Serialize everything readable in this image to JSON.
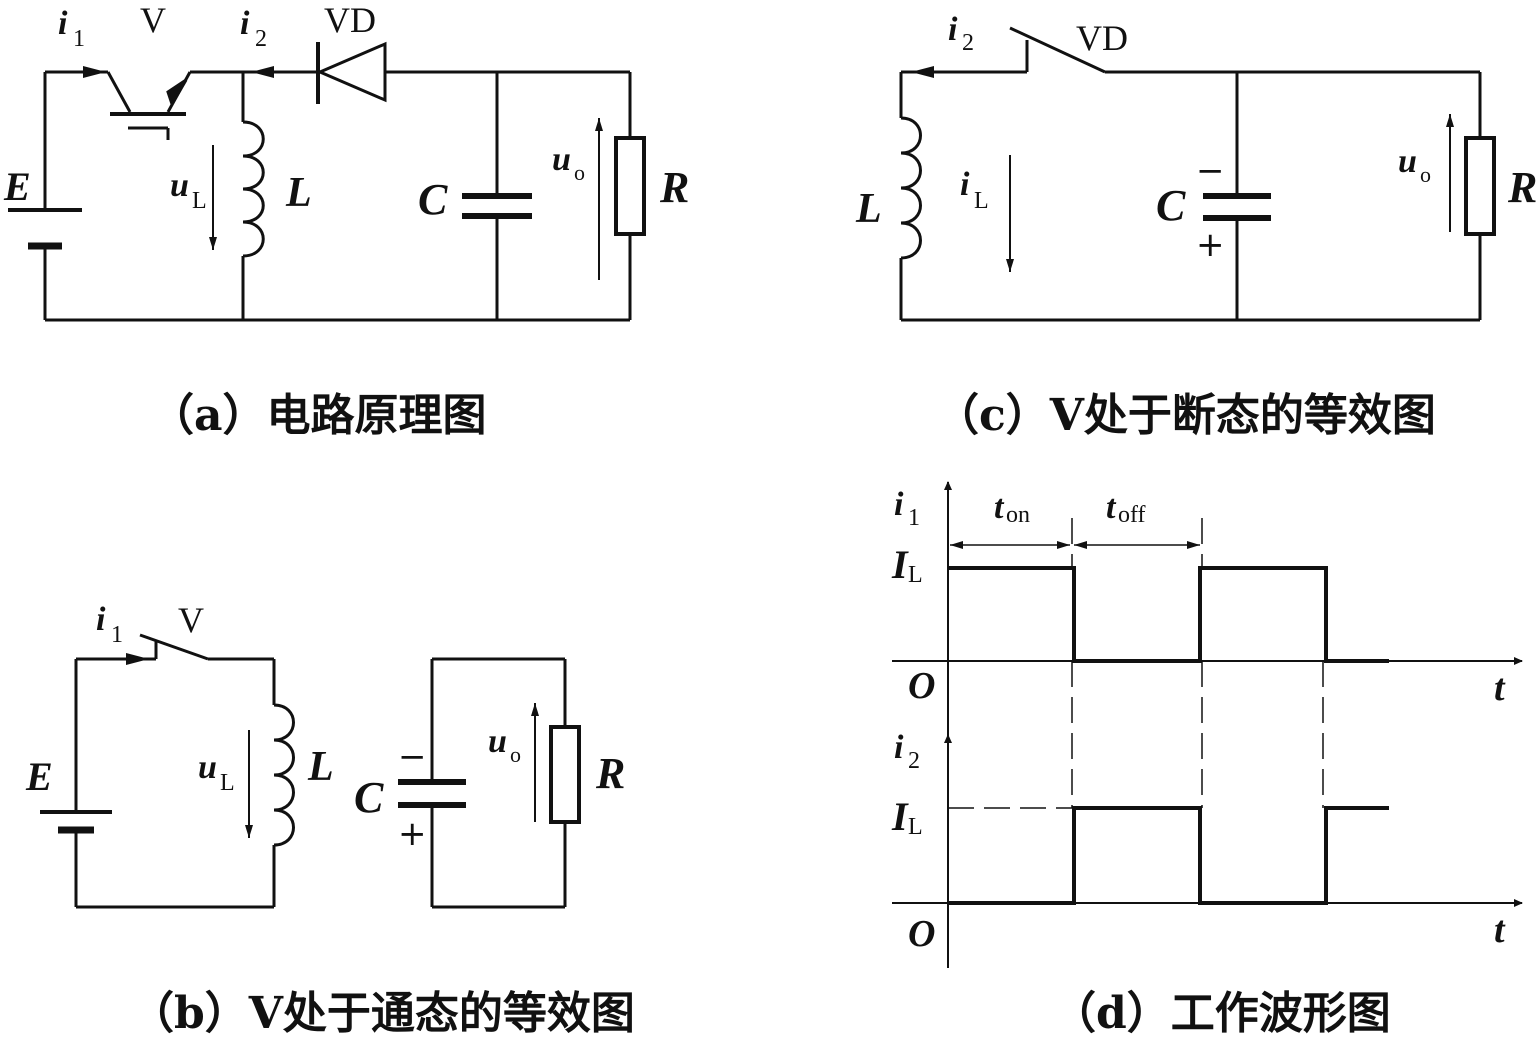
{
  "panel_a": {
    "caption": "（a）电路原理图",
    "E": "E",
    "V": "V",
    "VD": "VD",
    "i1": "i",
    "i1_sub": "1",
    "i2": "i",
    "i2_sub": "2",
    "uL": "u",
    "uL_sub": "L",
    "L": "L",
    "C": "C",
    "uo": "u",
    "uo_sub": "o",
    "R": "R"
  },
  "panel_b": {
    "caption": "（b）V处于通态的等效图",
    "E": "E",
    "V": "V",
    "i1": "i",
    "i1_sub": "1",
    "uL": "u",
    "uL_sub": "L",
    "L": "L",
    "C": "C",
    "uo": "u",
    "uo_sub": "o",
    "R": "R",
    "minus": "−",
    "plus": "+"
  },
  "panel_c": {
    "caption": "（c）V处于断态的等效图",
    "VD": "VD",
    "i2": "i",
    "i2_sub": "2",
    "L": "L",
    "iL": "i",
    "iL_sub": "L",
    "C": "C",
    "uo": "u",
    "uo_sub": "o",
    "R": "R",
    "minus": "−",
    "plus": "+"
  },
  "panel_d": {
    "caption": "（d）工作波形图",
    "top_y": "i",
    "top_y_sub": "1",
    "bot_y": "i",
    "bot_y_sub": "2",
    "IL": "I",
    "IL_sub": "L",
    "origin": "O",
    "t": "t",
    "ton": "t",
    "ton_sub": "on",
    "toff": "t",
    "toff_sub": "off"
  },
  "chart_data": [
    {
      "type": "line",
      "name": "i1",
      "x": [
        0,
        1,
        1,
        2,
        2,
        3,
        3,
        3.5
      ],
      "y": [
        1,
        1,
        0,
        0,
        1,
        1,
        0,
        0
      ],
      "ylabel": "i1",
      "y_tick_labels": [
        "IL"
      ],
      "x_markers": [
        "ton",
        "toff"
      ]
    },
    {
      "type": "line",
      "name": "i2",
      "x": [
        0,
        1,
        1,
        2,
        2,
        3,
        3,
        3.5
      ],
      "y": [
        0,
        0,
        1,
        1,
        0,
        0,
        1,
        1
      ],
      "ylabel": "i2",
      "y_tick_labels": [
        "IL"
      ]
    }
  ]
}
